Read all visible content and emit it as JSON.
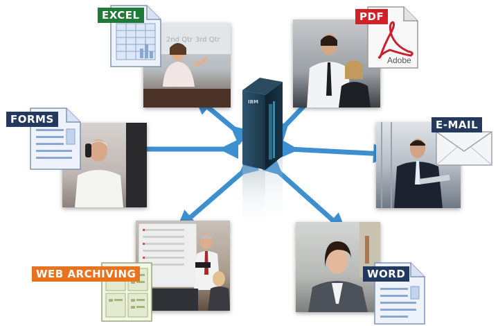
{
  "labels": {
    "excel": "EXCEL",
    "pdf": "PDF",
    "adobe": "Adobe",
    "forms": "FORMS",
    "email": "E-MAIL",
    "web_archiving": "WEB ARCHIVING",
    "word": "WORD",
    "server_logo": "IBM",
    "chart_header_left": "2nd Qtr",
    "chart_header_right": "3rd Qtr"
  },
  "colors": {
    "excel": "#1f7a3a",
    "pdf": "#d32027",
    "forms": "#233a5e",
    "email": "#233a5e",
    "web_archiving": "#e8731e",
    "word": "#233a5e",
    "arrow": "#3d8fd0",
    "server": "#1d3b4f"
  }
}
